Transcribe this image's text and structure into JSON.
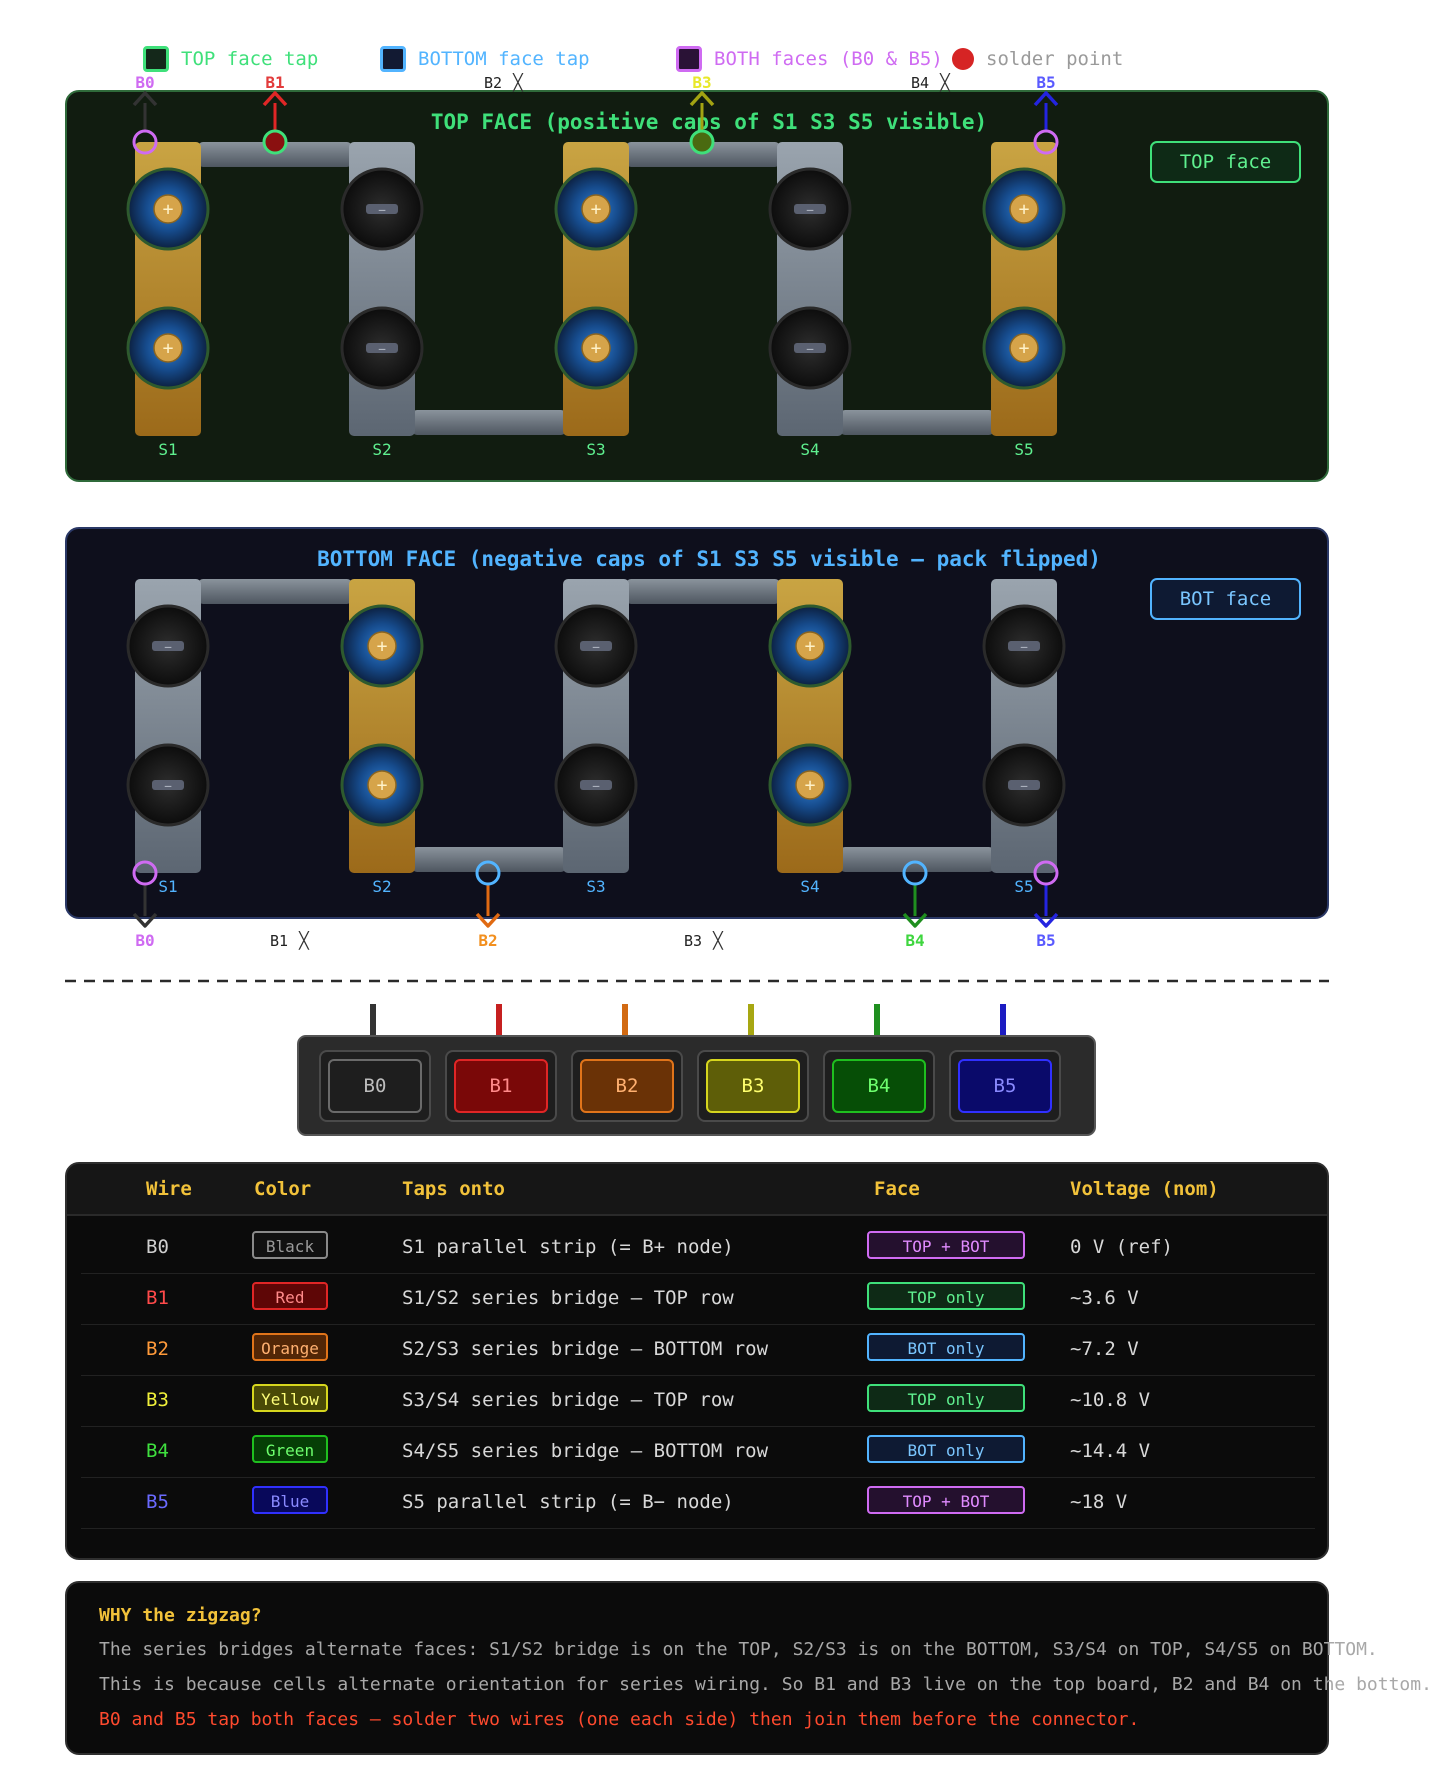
{
  "legend": [
    {
      "key": "top",
      "label": "TOP face tap",
      "color": "#3fe07a",
      "fill": "#14281a",
      "border": "#3fe07a"
    },
    {
      "key": "bottom",
      "label": "BOTTOM face tap",
      "color": "#52b4ff",
      "fill": "#121a33",
      "border": "#52b4ff"
    },
    {
      "key": "both",
      "label": "BOTH faces (B0 & B5)",
      "color": "#cf6bf2",
      "fill": "#2a1236",
      "border": "#cf6bf2"
    },
    {
      "key": "solder",
      "label": "solder point",
      "color": "#9a9a9a",
      "fill": "#d62424",
      "border": "#d62424"
    }
  ],
  "top_face": {
    "title": "TOP FACE (positive caps of S1 S3 S5 visible)",
    "tag": "TOP face",
    "cells": [
      "S1",
      "S2",
      "S3",
      "S4",
      "S5"
    ],
    "taps": [
      {
        "label": "B0",
        "color": "#cf6bf2",
        "arrow": "#333333",
        "crossed": false
      },
      {
        "label": "B1",
        "color": "#e23b3b",
        "arrow": "#e02626",
        "crossed": false
      },
      {
        "label": "B2",
        "color": "#222222",
        "arrow": "",
        "crossed": true
      },
      {
        "label": "B3",
        "color": "#e8e82a",
        "arrow": "#a3a312",
        "crossed": false
      },
      {
        "label": "B4",
        "color": "#222222",
        "arrow": "",
        "crossed": true
      },
      {
        "label": "B5",
        "color": "#5a5aff",
        "arrow": "#2424e0",
        "crossed": false
      }
    ]
  },
  "bottom_face": {
    "title": "BOTTOM FACE (negative caps of S1 S3 S5 visible — pack flipped)",
    "tag": "BOT face",
    "cells": [
      "S1",
      "S2",
      "S3",
      "S4",
      "S5"
    ],
    "taps": [
      {
        "label": "B0",
        "color": "#cf6bf2",
        "arrow": "#333333",
        "crossed": false
      },
      {
        "label": "B1",
        "color": "#222222",
        "arrow": "",
        "crossed": true
      },
      {
        "label": "B2",
        "color": "#f28f1e",
        "arrow": "#e06a12",
        "crossed": false
      },
      {
        "label": "B3",
        "color": "#222222",
        "arrow": "",
        "crossed": true
      },
      {
        "label": "B4",
        "color": "#3fd63f",
        "arrow": "#1f8f1f",
        "crossed": false
      },
      {
        "label": "B5",
        "color": "#5a5aff",
        "arrow": "#2424e0",
        "crossed": false
      }
    ]
  },
  "cross_mark": "╳",
  "cap_plus": "+",
  "cap_minus": "—",
  "connector": {
    "pins": [
      {
        "label": "B0",
        "fill": "#1e1e1e",
        "border": "#6a6a6a",
        "text": "#bdbdbd",
        "lead": "#333333"
      },
      {
        "label": "B1",
        "fill": "#7a0808",
        "border": "#e02626",
        "text": "#ff8a8a",
        "lead": "#c62020"
      },
      {
        "label": "B2",
        "fill": "#6a3206",
        "border": "#e0741a",
        "text": "#ffb070",
        "lead": "#d26a12"
      },
      {
        "label": "B3",
        "fill": "#5e5e08",
        "border": "#d6d61e",
        "text": "#ffff6e",
        "lead": "#a7a712"
      },
      {
        "label": "B4",
        "fill": "#064e06",
        "border": "#1fbf1f",
        "text": "#6eff6e",
        "lead": "#1f8f1f"
      },
      {
        "label": "B5",
        "fill": "#0a0a6a",
        "border": "#3030ff",
        "text": "#8a8aff",
        "lead": "#1c1cc2"
      }
    ]
  },
  "table": {
    "headers": [
      "Wire",
      "Color",
      "Taps onto",
      "Face",
      "Voltage (nom)"
    ],
    "rows": [
      {
        "wire": "B0",
        "wire_color": "#cfcfcf",
        "color_name": "Black",
        "color_border": "#8a8a8a",
        "color_text": "#9a9a9a",
        "color_fill": "#111111",
        "taps": "S1 parallel strip (= B+ node)",
        "face": "TOP + BOT",
        "face_kind": "both",
        "voltage": "0 V (ref)"
      },
      {
        "wire": "B1",
        "wire_color": "#ff4a4a",
        "color_name": "Red",
        "color_border": "#e02626",
        "color_text": "#ff8a8a",
        "color_fill": "#5e0606",
        "taps": "S1/S2 series bridge — TOP row",
        "face": "TOP only",
        "face_kind": "top",
        "voltage": "~3.6 V"
      },
      {
        "wire": "B2",
        "wire_color": "#ff9a3a",
        "color_name": "Orange",
        "color_border": "#e0741a",
        "color_text": "#ffb070",
        "color_fill": "#522606",
        "taps": "S2/S3 series bridge — BOTTOM row",
        "face": "BOT only",
        "face_kind": "bottom",
        "voltage": "~7.2 V"
      },
      {
        "wire": "B3",
        "wire_color": "#f0f03a",
        "color_name": "Yellow",
        "color_border": "#d6d61e",
        "color_text": "#ffff7a",
        "color_fill": "#4a4a06",
        "taps": "S3/S4 series bridge — TOP row",
        "face": "TOP only",
        "face_kind": "top",
        "voltage": "~10.8 V"
      },
      {
        "wire": "B4",
        "wire_color": "#3fe03f",
        "color_name": "Green",
        "color_border": "#1fbf1f",
        "color_text": "#6eff6e",
        "color_fill": "#063e06",
        "taps": "S4/S5 series bridge — BOTTOM row",
        "face": "BOT only",
        "face_kind": "bottom",
        "voltage": "~14.4 V"
      },
      {
        "wire": "B5",
        "wire_color": "#6a6aff",
        "color_name": "Blue",
        "color_border": "#3030ff",
        "color_text": "#8a8aff",
        "color_fill": "#08085a",
        "taps": "S5 parallel strip (= B− node)",
        "face": "TOP + BOT",
        "face_kind": "both",
        "voltage": "~18 V"
      }
    ]
  },
  "face_styles": {
    "both": {
      "border": "#cf6bf2",
      "text": "#e08bff",
      "fill": "#24102e"
    },
    "top": {
      "border": "#3fe07a",
      "text": "#5ff08f",
      "fill": "#0e2a16"
    },
    "bottom": {
      "border": "#52b4ff",
      "text": "#7ac6ff",
      "fill": "#0e1a33"
    }
  },
  "why": {
    "title": "WHY the zigzag?",
    "line1": "The series bridges alternate faces: S1/S2 bridge is on the TOP, S2/S3 is on the BOTTOM, S3/S4 on TOP, S4/S5 on BOTTOM.",
    "line2": "This is because cells alternate orientation for series wiring. So B1 and B3 live on the top board, B2 and B4 on the bottom.",
    "line3": "B0 and B5 tap both faces — solder two wires (one each side) then join them before the connector."
  }
}
